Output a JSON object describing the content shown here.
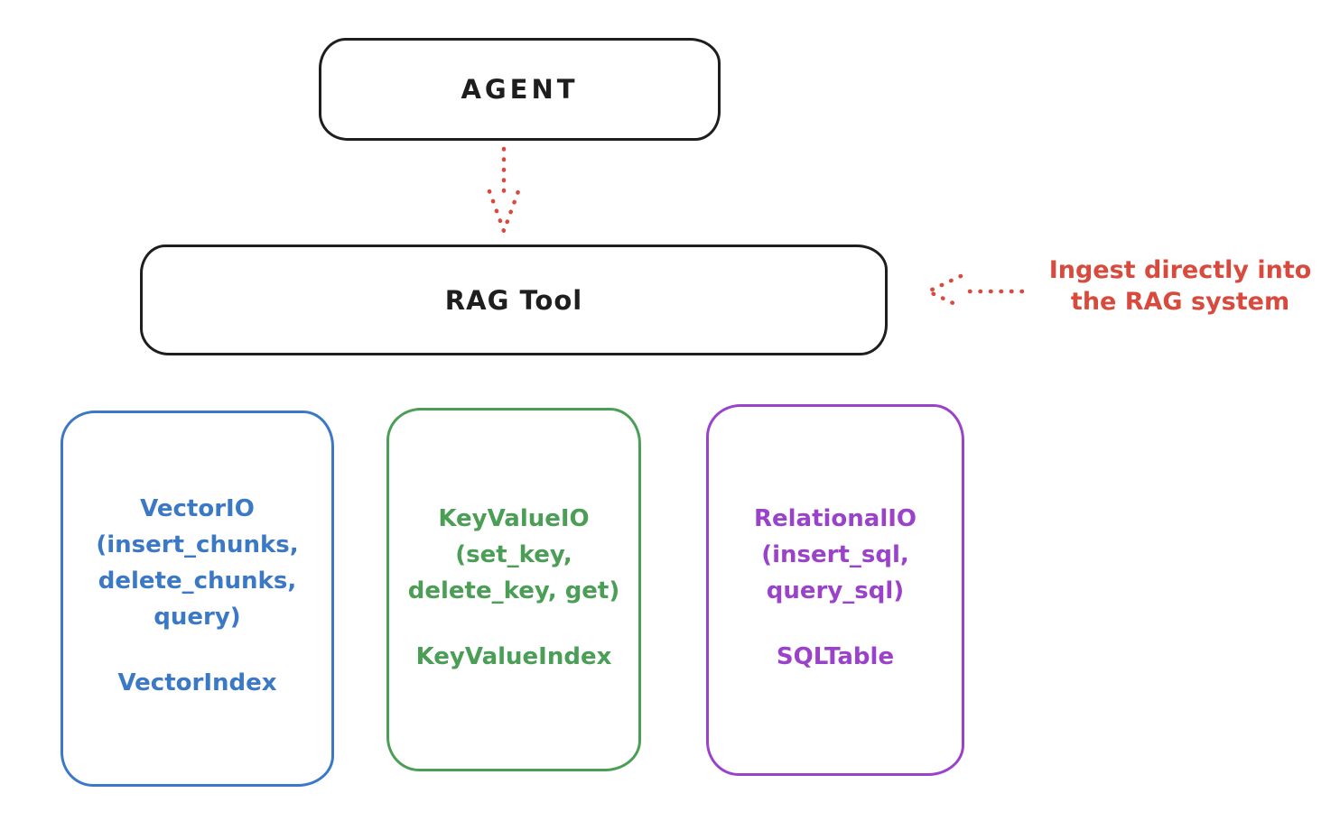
{
  "agent": {
    "label": "AGENT"
  },
  "rag_tool": {
    "label": "RAG Tool"
  },
  "annotation": {
    "text": "Ingest directly into\nthe RAG system"
  },
  "arrows": {
    "agent_to_ragtool": "dotted-down-arrow",
    "annotation_to_ragtool": "dotted-left-arrow"
  },
  "io_boxes": [
    {
      "name": "vector-io",
      "title": "VectorIO\n(insert_chunks,\ndelete_chunks,\nquery)",
      "footer": "VectorIndex",
      "color": "#3b78c5"
    },
    {
      "name": "keyvalue-io",
      "title": "KeyValueIO\n(set_key,\ndelete_key, get)",
      "footer": "KeyValueIndex",
      "color": "#4a9e55"
    },
    {
      "name": "relational-io",
      "title": "RelationalIO\n(insert_sql,\nquery_sql)",
      "footer": "SQLTable",
      "color": "#9b42cb"
    }
  ],
  "colors": {
    "ink": "#1e1e1e",
    "red": "#d84a3d",
    "blue": "#3b78c5",
    "green": "#4a9e55",
    "purple": "#9b42cb"
  }
}
